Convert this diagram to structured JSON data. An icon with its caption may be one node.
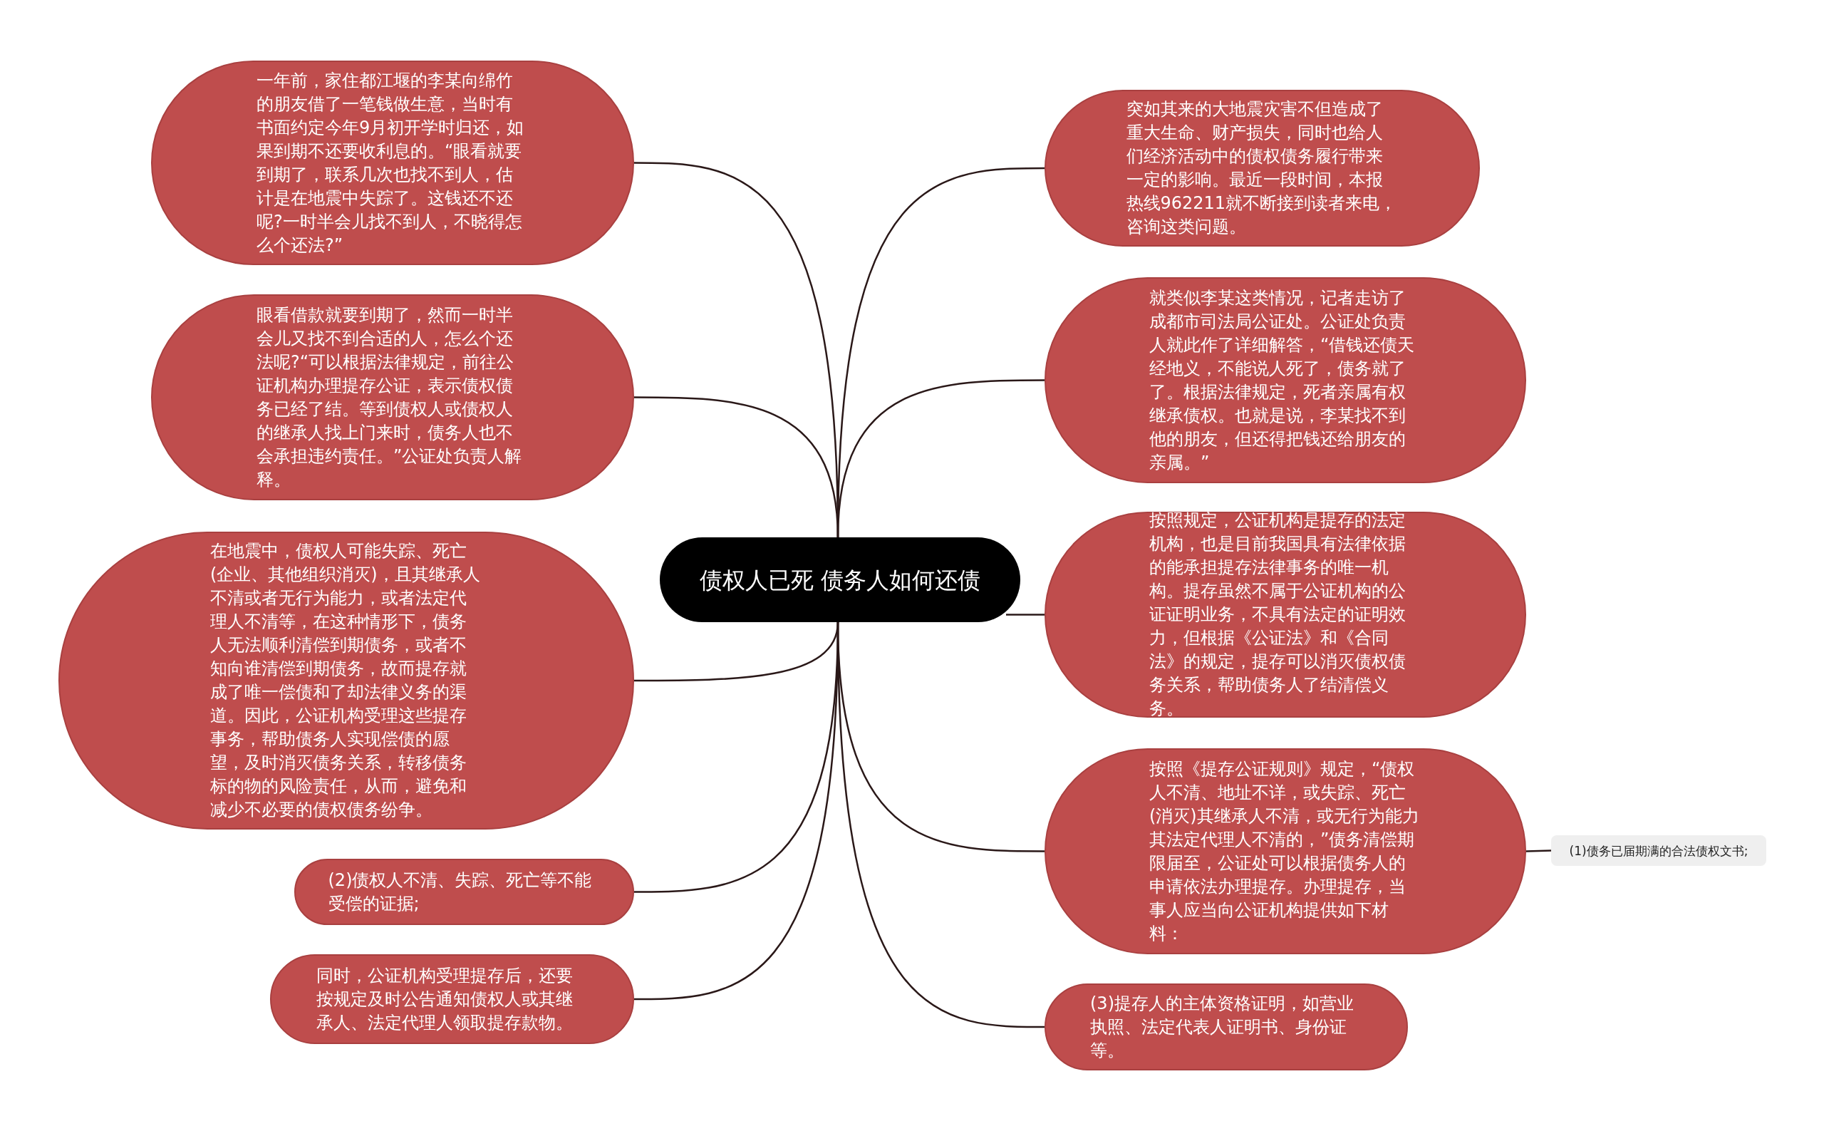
{
  "diagram": {
    "nodes": [
      {
        "text": [
          "债权人已死 债务人如何还债"
        ]
      },
      {
        "text": [
          "一年前，家住都江堰的李某向绵竹的朋友借了一笔钱做生意，当时有书面约定今年9月初开学时归还，如果到期不还要收利息的。“眼看就要到期了，联系几次也找不到人，估计是在地震中失踪了。这钱还不还呢?一时半会儿找不到人，不晓得怎么个还法?”"
        ]
      },
      {
        "text": [
          "眼看借款就要到期了，然而一时半会儿又找不到合适的人，怎么个还法呢?“可以根据法律规定，前往公证机构办理提存公证，表示债权债务已经了结。等到债权人或债权人的继承人找上门来时，债务人也不会承担违约责任。”公证处负责人解释。"
        ]
      },
      {
        "text": [
          "在地震中，债权人可能失踪、死亡(企业、其他组织消灭)，且其继承人不清或者无行为能力，或者法定代理人不清等，在这种情形下，债务人无法顺利清偿到期债务，或者不知向谁清偿到期债务，故而提存就成了唯一偿债和了却法律义务的渠道。因此，公证机构受理这些提存事务，帮助债务人实现偿债的愿望，及时消灭债务关系，转移债务标的物的风险责任，从而，避免和减少不必要的债权债务纷争。"
        ]
      },
      {
        "text": [
          "(2)债权人不清、失踪、死亡等不能受偿的证据;"
        ]
      },
      {
        "text": [
          "同时，公证机构受理提存后，还要按规定及时公告通知债权人或其继承人、法定代理人领取提存款物。"
        ]
      },
      {
        "text": [
          "突如其来的大地震灾害不但造成了重大生命、财产损失，同时也给人们经济活动中的债权债务履行带来一定的影响。最近一段时间，本报热线962211就不断接到读者来电，咨询这类问题。"
        ]
      },
      {
        "text": [
          "就类似李某这类情况，记者走访了成都市司法局公证处。公证处负责人就此作了详细解答，“借钱还债天经地义，不能说人死了，债务就了了。根据法律规定，死者亲属有权继承债权。也就是说，李某找不到他的朋友，但还得把钱还给朋友的亲属。”"
        ]
      },
      {
        "text": [
          "按照规定，公证机构是提存的法定机构，也是目前我国具有法律依据的能承担提存法律事务的唯一机构。提存虽然不属于公证机构的公证证明业务，不具有法定的证明效力，但根据《公证法》和《合同法》的规定，提存可以消灭债权债务关系，帮助债务人了结清偿义务。"
        ]
      },
      {
        "text": [
          "按照《提存公证规则》规定，“债权人不清、地址不详，或失踪、死亡(消灭)其继承人不清，或无行为能力其法定代理人不清的，”债务清偿期限届至，公证处可以根据债务人的申请依法办理提存。办理提存，当事人应当向公证机构提供如下材料："
        ]
      },
      {
        "text": [
          "(1)债务已届期满的合法债权文书;"
        ]
      },
      {
        "text": [
          "(3)提存人的主体资格证明，如营业执照、法定代表人证明书、身份证等。"
        ]
      }
    ],
    "edges": [
      {
        "from": 0,
        "to": 1,
        "arrow": "none"
      },
      {
        "from": 0,
        "to": 2,
        "arrow": "none"
      },
      {
        "from": 0,
        "to": 3,
        "arrow": "none"
      },
      {
        "from": 0,
        "to": 4,
        "arrow": "none"
      },
      {
        "from": 0,
        "to": 5,
        "arrow": "none"
      },
      {
        "from": 0,
        "to": 6,
        "arrow": "none"
      },
      {
        "from": 0,
        "to": 7,
        "arrow": "none"
      },
      {
        "from": 0,
        "to": 8,
        "arrow": "none"
      },
      {
        "from": 0,
        "to": 9,
        "arrow": "none"
      },
      {
        "from": 9,
        "to": 10,
        "arrow": "none"
      },
      {
        "from": 0,
        "to": 11,
        "arrow": "none"
      }
    ]
  }
}
